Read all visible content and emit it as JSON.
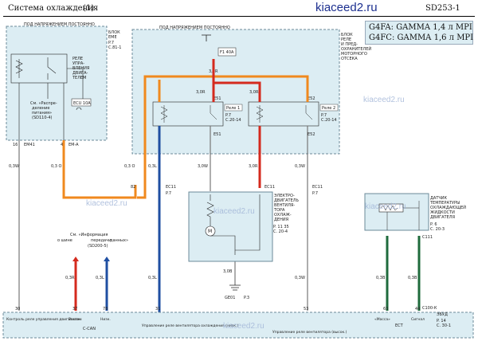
{
  "header": {
    "title": "Система охлаждения",
    "page": "(1)",
    "site": "kiaceed2.ru",
    "code": "SD253-1"
  },
  "engines": [
    "G4FA: GAMMA 1,4 л MPI",
    "G4FC: GAMMA 1,6 л MPI"
  ],
  "watermark": "kiaceed2.ru",
  "left_box": {
    "label": "ПОД НАПРЯЖЕНИЕМ ПОСТОЯННО",
    "block_title": [
      "БЛОК",
      "ЕМЕ"
    ],
    "block_ref": [
      "P.7",
      "С.81-1"
    ],
    "relay": [
      "РЕЛЕ",
      "УПРА-",
      "ВЛЕНИЯ",
      "ДВИГА-",
      "ТЕЛЕМ"
    ],
    "fuse": "ECU 10A",
    "note": [
      "См. «Распре-",
      "деление",
      "питания»",
      "(SD110-4)"
    ],
    "pin_left": "16",
    "pin_left_conn": "EM41",
    "pin_right": "4",
    "pin_right_conn": "EM-A"
  },
  "right_box": {
    "label": "ПОД НАПРЯЖЕНИЕМ ПОСТОЯННО",
    "block_title": [
      "БЛОК",
      "РЕЛЕ",
      "И ПРЕД-",
      "ОХРАНИТЕЛЕЙ",
      "МОТОРНОГО",
      "ОТСЕКА"
    ],
    "block_ref": [
      "P.7",
      "С.81-1"
    ],
    "fuse": "F1 40A",
    "wire_top": "3,0R",
    "relay1": "Реле 1",
    "relay1_ref": [
      "P.7",
      "С.20-14"
    ],
    "relay2": "Реле 2",
    "relay2_ref": [
      "P.7",
      "С.20-14"
    ],
    "conn_e51": "E51",
    "conn_e52": "E52",
    "wire_mid_left": "3,0R",
    "wire_mid_right": "3,0R"
  },
  "wires": {
    "w1": "0,3W",
    "w2": "0,3 O",
    "w3": "0,3 O",
    "w4": "0,3L",
    "w5": "3,0W",
    "w6": "3,0R",
    "w7": "0,3W",
    "w8": "0,3R",
    "w9": "0,3L",
    "w10": "0,3L",
    "w11": "0,3W",
    "w12": "0,3B",
    "w13": "0,3B",
    "gnd_wire": "3,0B",
    "pin82": "82",
    "conn_ec11": "EC11",
    "ec11_ref": "P.7"
  },
  "motor": {
    "label": [
      "ЭЛЕКТРО-",
      "ДВИГАТЕЛЬ",
      "ВЕНТИЛЯ-",
      "ТОРА",
      "ОХЛАЖ-",
      "ДЕНИЯ"
    ],
    "ref": [
      "P. 11 35",
      "С. 20-4"
    ],
    "ground": "GE01",
    "ground_ref": "P.3"
  },
  "sensor": {
    "label": [
      "ДАТЧИК",
      "ТЕМПЕРАТУРЫ",
      "ОХЛАЖДАЮЩЕЙ",
      "ЖИДКОСТИ",
      "ДВИГАТЕЛЯ"
    ],
    "ref": [
      "P. 6",
      "С. 20-3"
    ],
    "conn": "C111"
  },
  "can_note": [
    "См. «Информация",
    "о шине",
    "передачи",
    "данных»",
    "(SD200-5)"
  ],
  "ecu": {
    "pins": [
      "30",
      "37",
      "78",
      "31",
      "53",
      "63",
      "44"
    ],
    "labels": [
      "Контроль реле управления двигателем",
      "Высок.",
      "Низк.",
      "Управление реле вентилятора охлаждения (низк.)",
      "Управление реле вентилятора (высок.)",
      "«Масса»",
      "Сигнал"
    ],
    "can": "C-CAN",
    "ect": "ECT",
    "title": "ЭБУД",
    "ref": [
      "P. 14",
      "С. 30-1"
    ],
    "conn": "С100-К"
  },
  "colors": {
    "orange": "#f0891e",
    "red": "#d42a1e",
    "blue": "#1f4fa2",
    "green": "#1f6b3c",
    "box_fill": "#dcedf3",
    "box_stroke": "#6b8a9a"
  }
}
